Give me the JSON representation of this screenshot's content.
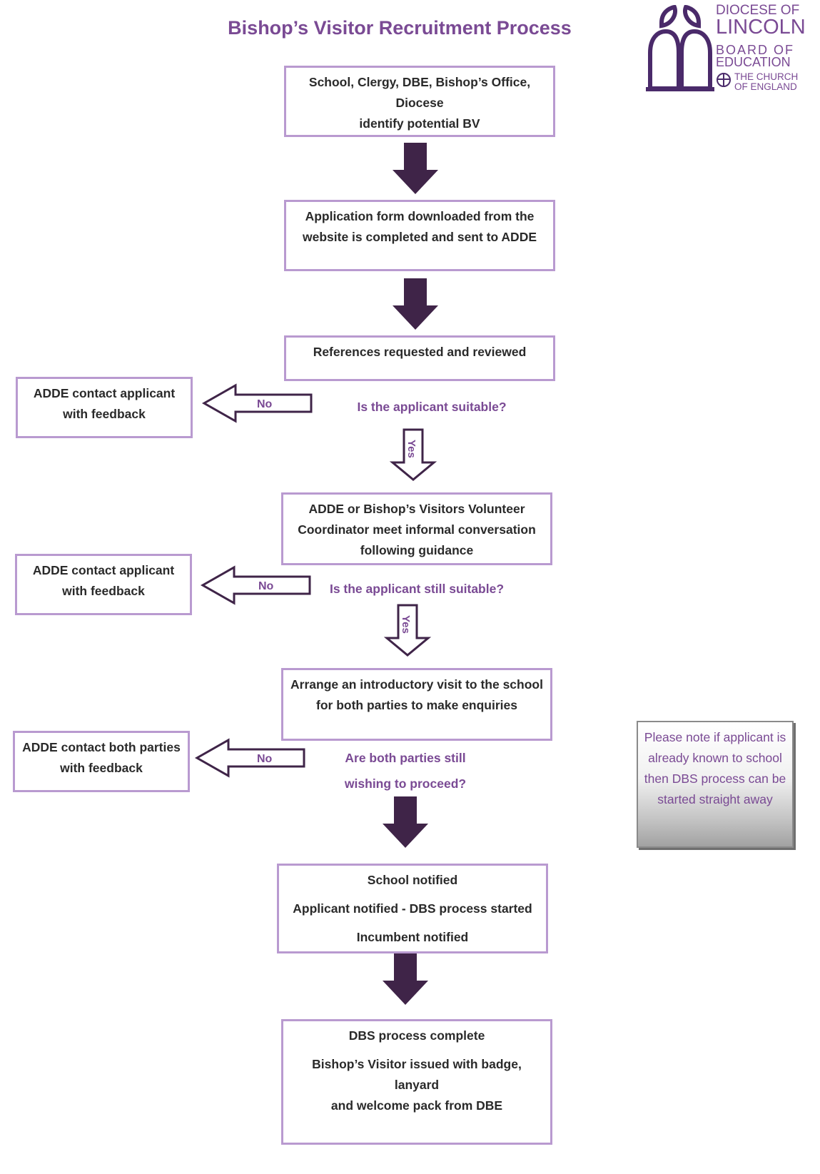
{
  "title": "Bishop’s Visitor Recruitment Process",
  "logo": {
    "line1": "DIOCESE OF",
    "line2": "LINCOLN",
    "line3": "BOARD OF",
    "line4": "EDUCATION",
    "line5": "THE CHURCH",
    "line6": "OF ENGLAND"
  },
  "steps": {
    "identify": [
      "School, Clergy, DBE, Bishop’s Office, Diocese",
      "identify potential BV"
    ],
    "application": [
      "Application form downloaded from the",
      "website is completed and sent to ADDE"
    ],
    "references": [
      "References requested and reviewed"
    ],
    "meet": [
      "ADDE or Bishop’s Visitors Volunteer",
      "Coordinator meet informal conversation",
      "following guidance"
    ],
    "visit": [
      "Arrange an introductory visit to the school",
      "for both parties to make enquiries"
    ],
    "notified": [
      "School notified",
      "Applicant notified  - DBS process started",
      "Incumbent notified"
    ],
    "complete": [
      "DBS process complete",
      "Bishop’s Visitor issued with badge, lanyard",
      "and welcome pack from DBE"
    ]
  },
  "feedback": {
    "first": [
      "ADDE contact applicant",
      "with feedback"
    ],
    "second": [
      "ADDE contact applicant",
      "with feedback"
    ],
    "third": [
      "ADDE contact both parties",
      "with feedback"
    ]
  },
  "questions": {
    "suitable": "Is the applicant suitable?",
    "still_suitable": "Is the applicant still suitable?",
    "proceed": [
      "Are both parties still",
      "wishing to proceed?"
    ]
  },
  "arrow_labels": {
    "no": "No",
    "yes": "Yes"
  },
  "note": [
    "Please note if applicant is",
    "already known to school",
    "then DBS process can be",
    "started straight away"
  ],
  "colors": {
    "title": "#7a4a94",
    "box_border": "#b99ad0",
    "arrow_fill": "#3f2448",
    "arrow_outline": "#3f2448",
    "question_text": "#7a4a94"
  }
}
